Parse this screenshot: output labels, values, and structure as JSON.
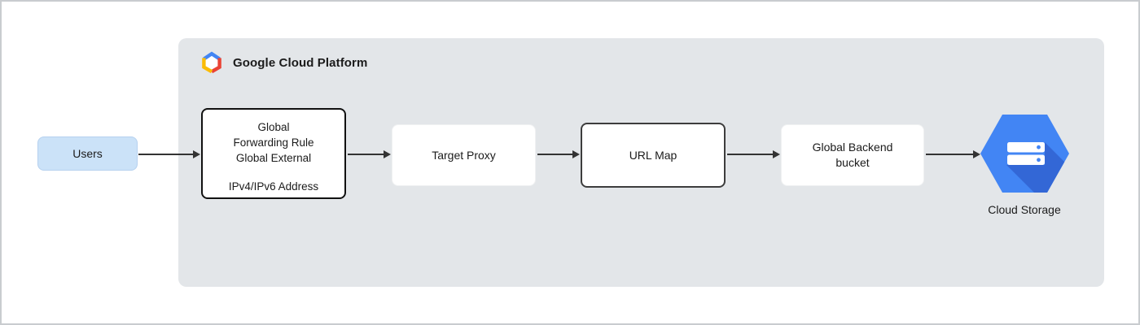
{
  "header": {
    "title": "Google Cloud Platform"
  },
  "nodes": {
    "users": {
      "label": "Users"
    },
    "forwarding_rule": {
      "lines": [
        "Global",
        "Forwarding Rule",
        "Global External"
      ],
      "address": "IPv4/IPv6 Address"
    },
    "target_proxy": {
      "label": "Target Proxy"
    },
    "url_map": {
      "label": "URL Map"
    },
    "backend_bucket": {
      "label": "Global Backend bucket"
    },
    "cloud_storage": {
      "label": "Cloud Storage"
    }
  },
  "edges": [
    {
      "from": "users",
      "to": "forwarding_rule"
    },
    {
      "from": "forwarding_rule",
      "to": "target_proxy"
    },
    {
      "from": "target_proxy",
      "to": "url_map"
    },
    {
      "from": "url_map",
      "to": "backend_bucket"
    },
    {
      "from": "backend_bucket",
      "to": "cloud_storage"
    }
  ],
  "colors": {
    "container_bg": "#e3e6e9",
    "users_fill": "#cbe2f8",
    "node_bg": "#ffffff",
    "border_dark": "#111111",
    "url_map_border": "#3d3d3d",
    "arrow": "#333333",
    "text": "#1b1b1b",
    "storage_blue": "#4285f4",
    "storage_shadow": "#3367d6",
    "logo_blue": "#4285f4",
    "logo_red": "#ea4335",
    "logo_yellow": "#fbbc05"
  }
}
